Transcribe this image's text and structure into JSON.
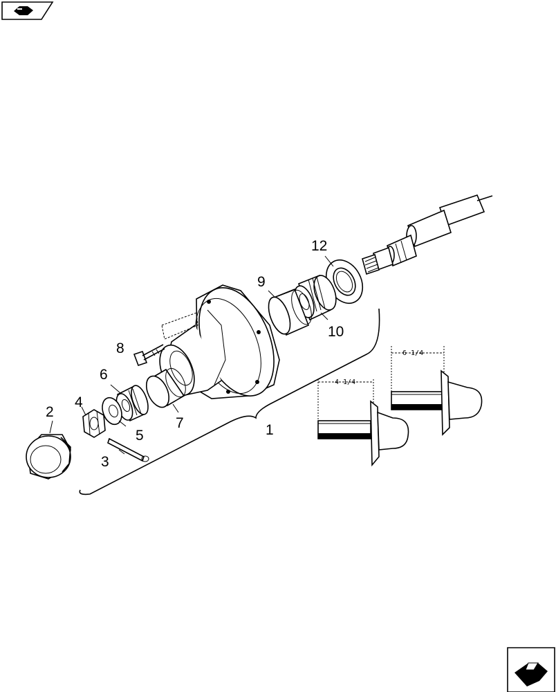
{
  "nav": {
    "top_icon": "page-back-icon",
    "bottom_icon": "page-next-icon"
  },
  "callouts": {
    "hub_assembly": "1",
    "hub_cap": "2",
    "cotter_pin": "3",
    "castle_nut": "4",
    "washer": "5",
    "outer_cone": "6",
    "outer_cup": "7",
    "wheel_bolt": "8",
    "inner_cup": "9",
    "inner_cone": "10",
    "seal": "12"
  },
  "dimensions": {
    "short_spindle": "4 1/4",
    "long_spindle": "6 1/4"
  }
}
